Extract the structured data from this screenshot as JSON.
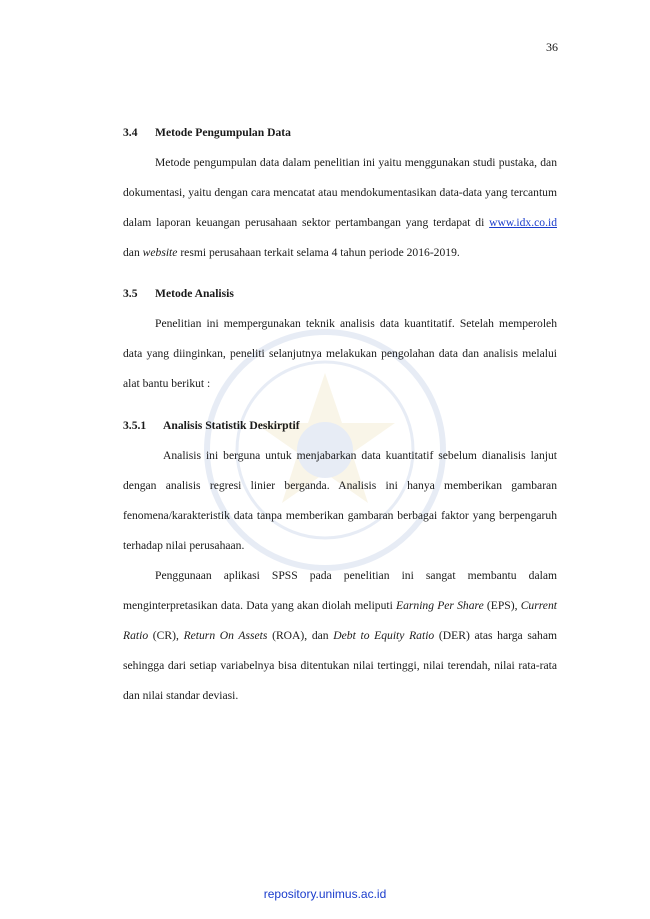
{
  "page_number": "36",
  "sections": {
    "s34": {
      "number": "3.4",
      "title": "Metode Pengumpulan Data",
      "p1": {
        "text_a": "Metode pengumpulan data dalam penelitian ini yaitu menggunakan studi pustaka, dan dokumentasi, yaitu dengan cara mencatat atau mendokumentasikan data-data yang tercantum dalam laporan keuangan perusahaan sektor pertambangan yang terdapat di ",
        "link": "www.idx.co.id",
        "text_b": " dan ",
        "italic": "website",
        "text_c": " resmi perusahaan terkait selama 4 tahun periode 2016-2019."
      }
    },
    "s35": {
      "number": "3.5",
      "title": "Metode Analisis",
      "p1": "Penelitian ini mempergunakan teknik analisis data kuantitatif. Setelah memperoleh data yang diinginkan, peneliti selanjutnya melakukan pengolahan data dan analisis melalui alat bantu berikut :"
    },
    "s351": {
      "number": "3.5.1",
      "title": "Analisis Statistik Deskirptif",
      "p1": "Analisis ini berguna untuk menjabarkan data kuantitatif sebelum dianalisis lanjut dengan analisis regresi linier berganda. Analisis ini hanya memberikan gambaran fenomena/karakteristik data tanpa memberikan gambaran berbagai faktor yang berpengaruh terhadap nilai perusahaan.",
      "p2": {
        "t1": "Penggunaan aplikasi SPSS pada penelitian ini sangat membantu dalam menginterpretasikan data. Data yang akan diolah meliputi ",
        "i1": "Earning Per Share",
        "t2": " (EPS), ",
        "i2": "Current Ratio",
        "t3": " (CR), ",
        "i3": "Return On Assets",
        "t4": " (ROA), dan ",
        "i4": "Debt to Equity Ratio",
        "t5": " (DER) atas harga saham sehingga dari setiap variabelnya bisa ditentukan nilai tertinggi, nilai terendah, nilai rata-rata dan nilai standar deviasi."
      }
    }
  },
  "footer": {
    "repository": "repository.unimus.ac.id"
  },
  "colors": {
    "link": "#1a3ccc",
    "watermark": "#1f4fa8"
  },
  "watermark_icon": "university-seal-icon"
}
